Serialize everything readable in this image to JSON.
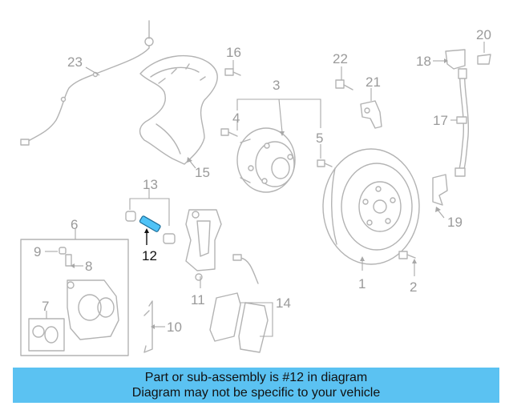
{
  "banner": {
    "line1": "Part or sub-assembly is #12 in diagram",
    "line2": "Diagram may not be specific to your vehicle",
    "background": "#5bc2f2"
  },
  "highlighted_part": "12",
  "highlight_color": "#4fc3f7",
  "labels": {
    "p1": "1",
    "p2": "2",
    "p3": "3",
    "p4": "4",
    "p5": "5",
    "p6": "6",
    "p7": "7",
    "p8": "8",
    "p9": "9",
    "p10": "10",
    "p11": "11",
    "p12": "12",
    "p13": "13",
    "p14": "14",
    "p15": "15",
    "p16": "16",
    "p17": "17",
    "p18": "18",
    "p19": "19",
    "p20": "20",
    "p21": "21",
    "p22": "22",
    "p23": "23"
  }
}
